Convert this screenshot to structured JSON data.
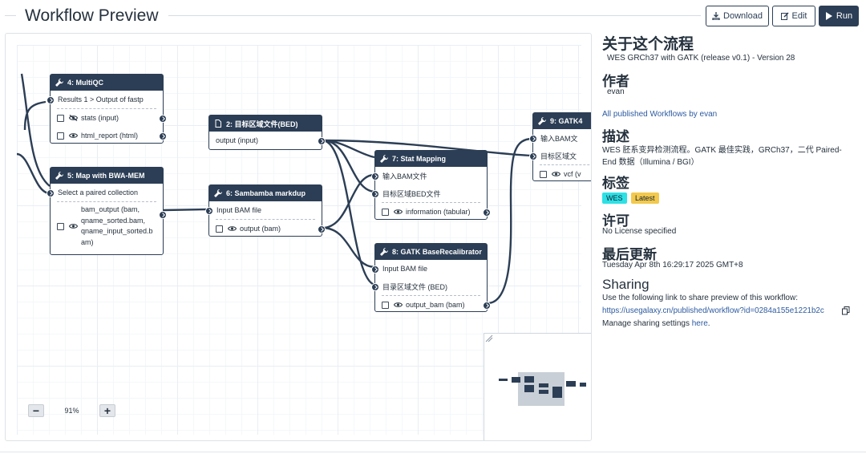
{
  "header": {
    "title": "Workflow Preview",
    "download_label": "Download",
    "edit_label": "Edit",
    "run_label": "Run"
  },
  "colors": {
    "primary": "#2c3e55",
    "link": "#2c5aa0",
    "tag_wes": "#2de1e5",
    "tag_latest": "#f2c94c"
  },
  "nodes": {
    "multiqc": {
      "title": "4: MultiQC",
      "input": "Results 1 > Output of fastp",
      "outputs": [
        "stats (input)",
        "html_report (html)"
      ]
    },
    "bwa": {
      "title": "5: Map with BWA-MEM",
      "input": "Select a paired collection",
      "output_lines": [
        "bam_output (bam,",
        "qname_sorted.bam,",
        "qname_input_sorted.b",
        "am)"
      ]
    },
    "bed": {
      "title": "2: 目标区域文件(BED)",
      "output": "output (input)"
    },
    "sambamba": {
      "title": "6: Sambamba markdup",
      "input": "Input BAM file",
      "output": "output (bam)"
    },
    "statmap": {
      "title": "7: Stat Mapping",
      "inputs": [
        "输入BAM文件",
        "目标区域BED文件"
      ],
      "output": "information (tabular)"
    },
    "gatkbr": {
      "title": "8: GATK BaseRecalibrator",
      "inputs": [
        "Input BAM file",
        "目录区域文件 (BED)"
      ],
      "output": "output_bam (bam)"
    },
    "gatk9": {
      "title": "9: GATK4",
      "inputs": [
        "输入BAM文",
        "目标区域文"
      ],
      "output": "vcf (v"
    }
  },
  "zoom": {
    "level": "91%",
    "minus": "−",
    "plus": "+"
  },
  "sidebar": {
    "about_heading": "关于这个流程",
    "about_text": "WES GRCh37 with GATK (release v0.1) - Version 28",
    "author_heading": "作者",
    "author": "evan",
    "published_link": "All published Workflows by evan",
    "desc_heading": "描述",
    "desc_line1": "WES 胚系变异检测流程。GATK 最佳实践，GRCh37，二代 Paired-",
    "desc_line2": "End 数据（Illumina / BGI）",
    "tags_heading": "标签",
    "tags": [
      "WES",
      "Latest"
    ],
    "license_heading": "许可",
    "license": "No License specified",
    "updated_heading": "最后更新",
    "updated": "Tuesday Apr 8th 16:29:17 2025 GMT+8",
    "sharing_heading": "Sharing",
    "sharing_text": "Use the following link to share preview of this workflow:",
    "share_url": "https://usegalaxy.cn/published/workflow?id=0284a155e1221b2c",
    "manage_prefix": "Manage sharing settings ",
    "manage_link": "here",
    "manage_suffix": "."
  }
}
